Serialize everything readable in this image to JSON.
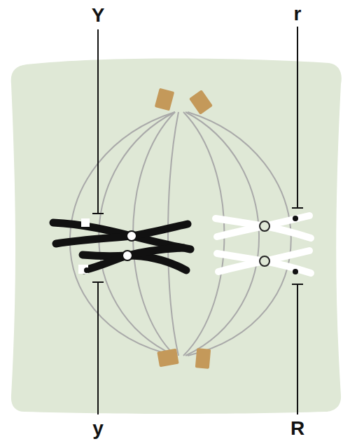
{
  "diagram": {
    "labels": [
      "Y",
      "r",
      "y",
      "R"
    ]
  }
}
